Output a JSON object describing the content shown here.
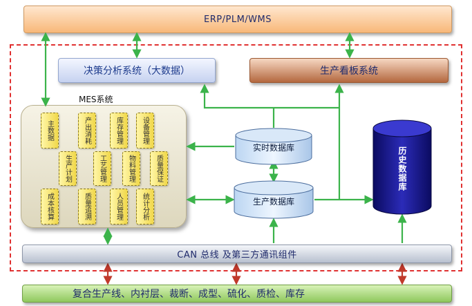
{
  "erp": "ERP/PLM/WMS",
  "decision": "决策分析系统（大数据）",
  "kanban": "生产看板系统",
  "mes_title": "MES系统",
  "modules": [
    "主数据",
    "产出消耗",
    "库存管理",
    "设备管理",
    "生产计划",
    "工艺管理",
    "物料管理",
    "质量保证",
    "成本核算",
    "质量追溯",
    "人员管理",
    "统计分析"
  ],
  "realtime_db": "实时数据库",
  "production_db": "生产数据库",
  "history_db": "历史数据库",
  "can_bus": "CAN 总线 及第三方通讯组件",
  "production_lines": "复合生产线、内衬层、裁断、成型、硫化、质检、库存",
  "colors": {
    "link_green": "#3bb34a",
    "link_red": "#c0392b",
    "frame_red": "#e03030",
    "history_db_fill": "#1a1a8c"
  }
}
